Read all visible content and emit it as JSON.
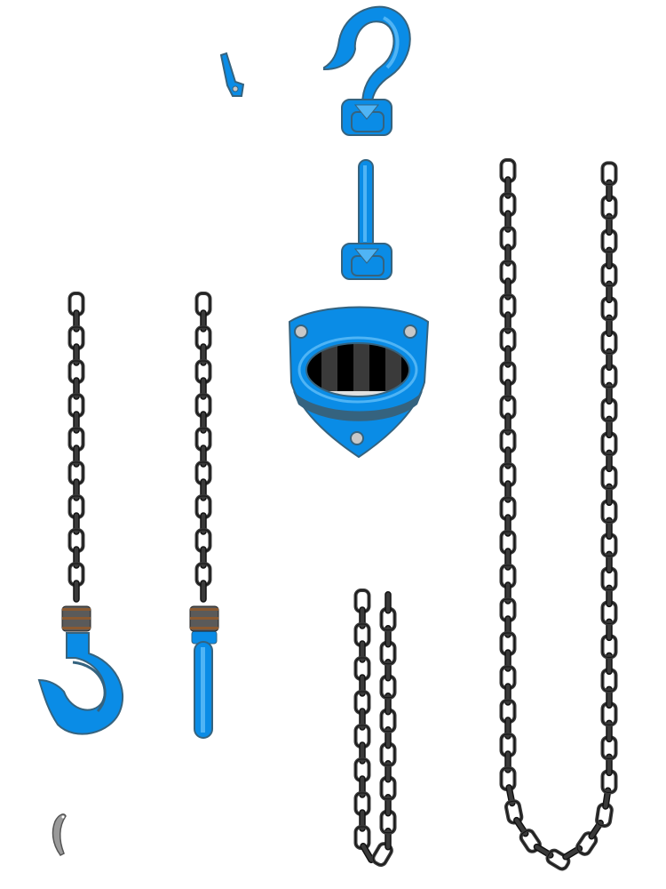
{
  "sprite_sheet": {
    "parts": [
      "small-latch",
      "top-hook",
      "top-bar-swivel",
      "hoist-body",
      "left-chain-with-hook",
      "chain-with-handle",
      "short-chain-loop",
      "long-chain-loop",
      "bottom-latch"
    ]
  },
  "colors": {
    "blue": "#0a8ce6",
    "blue_light": "#4fb4f5",
    "blue_dark": "#35637f",
    "chain": "#3a3a3a",
    "chain_outline": "#111111",
    "collar": "#5a5a5a",
    "collar_band": "#8a5a32",
    "bolt": "#c8c8c8",
    "latch": "#9a9a9a"
  }
}
